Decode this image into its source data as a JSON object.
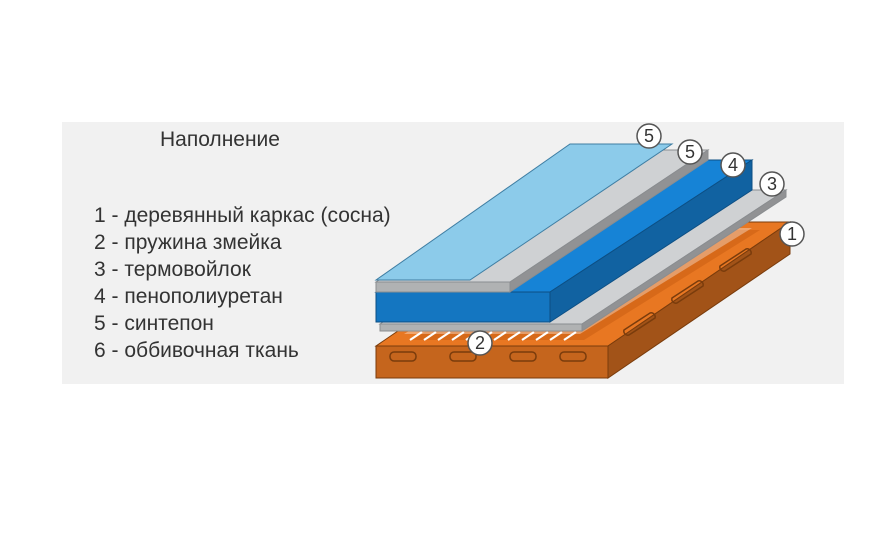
{
  "title": "Наполнение",
  "legend": [
    {
      "num": "1",
      "text": "деревянный каркас (сосна)"
    },
    {
      "num": "2",
      "text": "пружина змейка"
    },
    {
      "num": "3",
      "text": "термовойлок"
    },
    {
      "num": "4",
      "text": "пенополиуретан"
    },
    {
      "num": "5",
      "text": "синтепон"
    },
    {
      "num": "6",
      "text": "оббивочная ткань"
    }
  ],
  "separator": " - ",
  "callouts": [
    "5",
    "5",
    "4",
    "3",
    "1",
    "2"
  ],
  "colors": {
    "frame": "#e87722",
    "foam": "#1683d6",
    "padding": "#cfd1d3",
    "fabric": "#8ccbea",
    "spring": "#ffffff"
  }
}
